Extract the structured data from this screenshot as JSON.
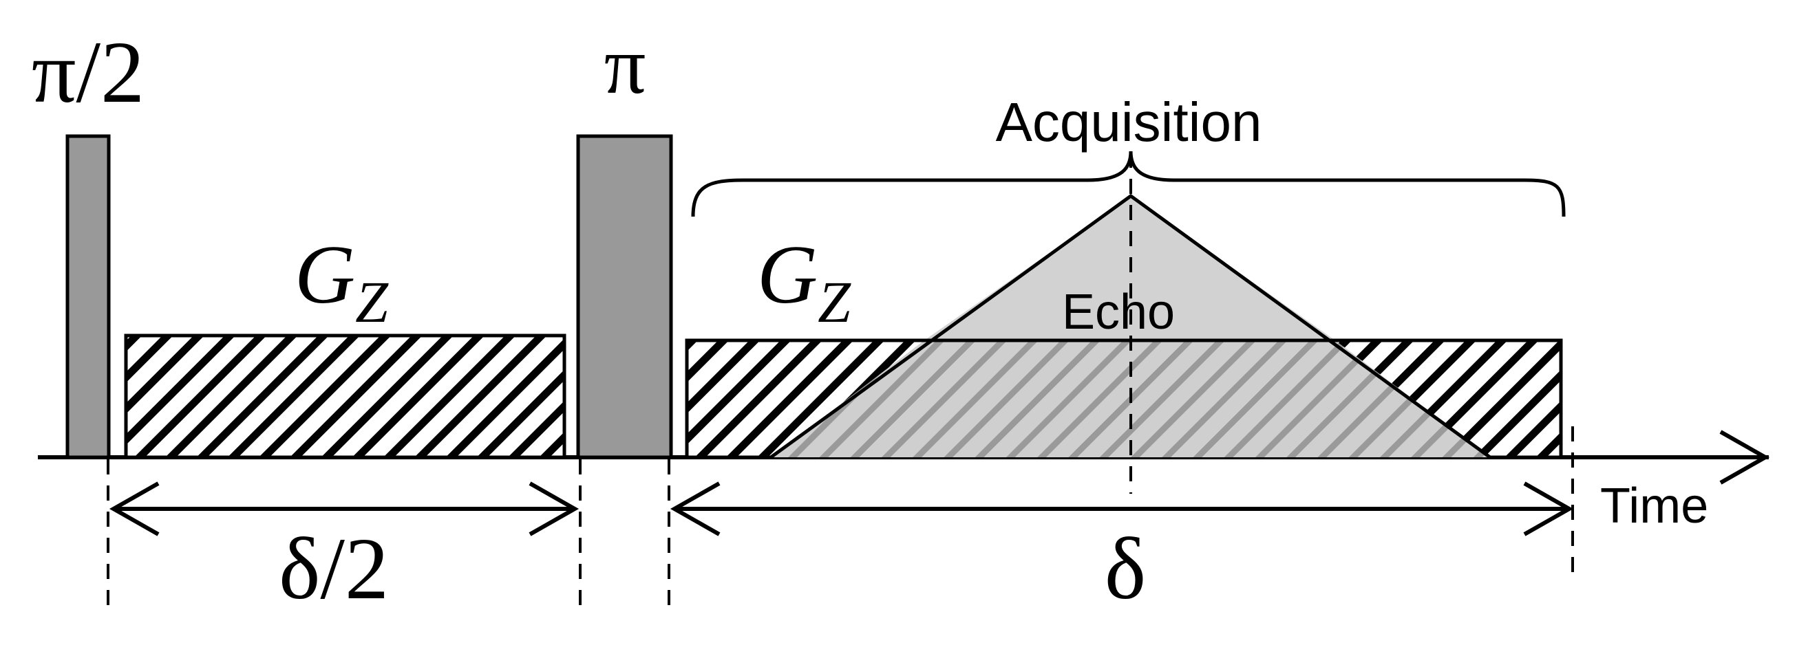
{
  "labels": {
    "pulse_half": "π/2",
    "pulse_pi": "π",
    "acquisition": "Acquisition",
    "gradient_symbol": "G",
    "gradient_subscript": "Z",
    "echo": "Echo",
    "time": "Time",
    "delta_half": "δ/2",
    "delta": "δ"
  },
  "colors": {
    "pulse_fill": "#999999",
    "echo_fill": "#d2d2d2",
    "stroke": "#000000",
    "background": "#ffffff"
  }
}
